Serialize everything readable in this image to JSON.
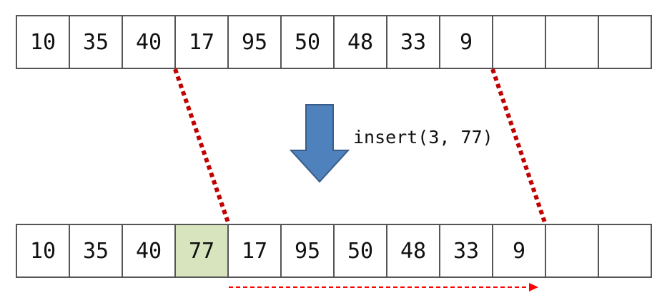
{
  "top_array": {
    "cells": [
      "10",
      "35",
      "40",
      "17",
      "95",
      "50",
      "48",
      "33",
      "9",
      "",
      "",
      ""
    ]
  },
  "bottom_array": {
    "cells": [
      "10",
      "35",
      "40",
      "77",
      "17",
      "95",
      "50",
      "48",
      "33",
      "9",
      "",
      ""
    ],
    "highlight_index": 3
  },
  "operation": {
    "label": "insert(3, 77)"
  },
  "colors": {
    "cell_border": "#555555",
    "highlight_fill": "#d7e4bd",
    "arrow_fill": "#4f81bd",
    "arrow_stroke": "#385d8a",
    "dotted_line": "#c00000",
    "shift_arrow": "#ff0000"
  }
}
